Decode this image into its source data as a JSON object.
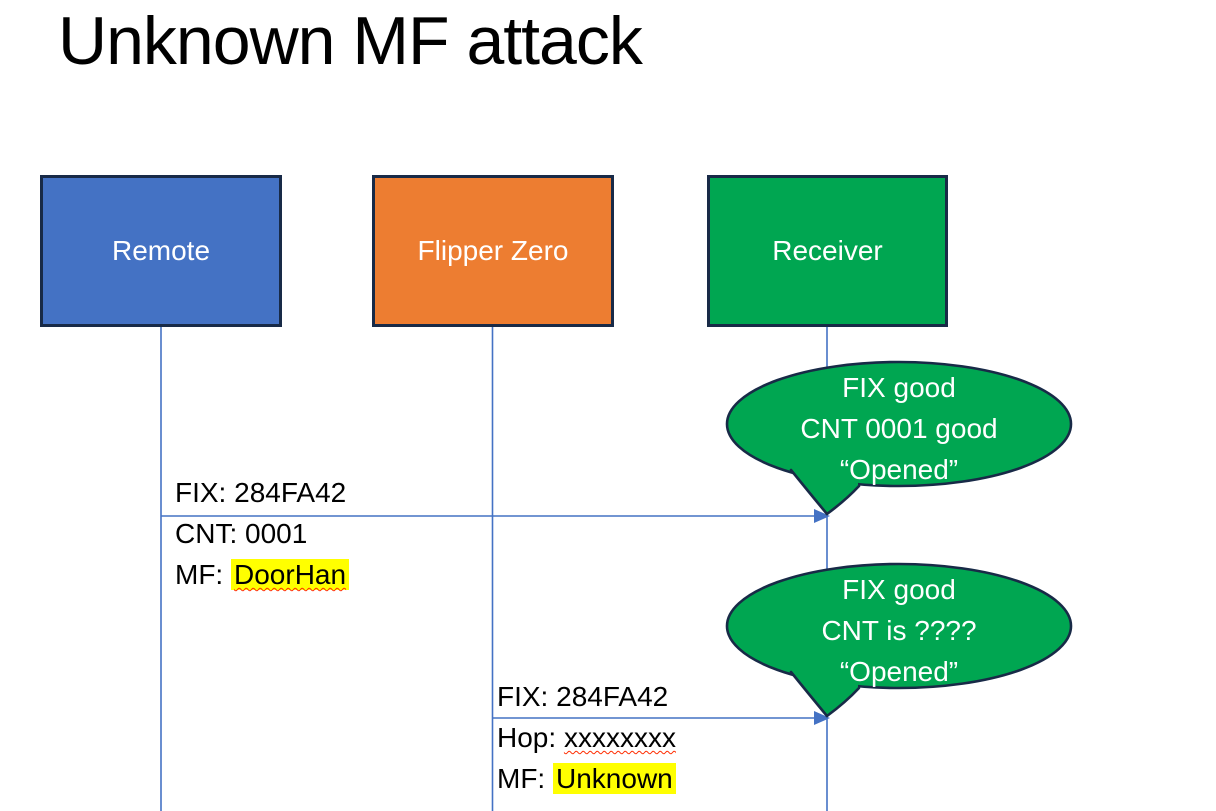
{
  "slide": {
    "title": "Unknown MF attack"
  },
  "colors": {
    "blue": "#4472C4",
    "orange": "#ED7D31",
    "green": "#00A651",
    "navy": "#182A47",
    "line-blue": "#4472C4",
    "highlight": "#FFFF00",
    "squiggle": "#FF2B00"
  },
  "actors": [
    {
      "label": "Remote",
      "color": "#4472C4"
    },
    {
      "label": "Flipper Zero",
      "color": "#ED7D31"
    },
    {
      "label": "Receiver",
      "color": "#00A651"
    }
  ],
  "messages": [
    {
      "from": "Remote",
      "to": "Receiver",
      "lines": [
        {
          "text": "FIX: 284FA42"
        },
        {
          "text": "CNT: 0001"
        },
        {
          "prefix": "MF: ",
          "mark": "DoorHan"
        }
      ]
    },
    {
      "from": "Flipper Zero",
      "to": "Receiver",
      "lines": [
        {
          "text": "FIX: 284FA42"
        },
        {
          "prefix": "Hop: ",
          "mark": "xxxxxxxx"
        },
        {
          "prefix": "MF: ",
          "mark": "Unknown"
        }
      ]
    }
  ],
  "callouts": [
    {
      "lines": [
        "FIX good",
        "CNT 0001 good",
        "“Opened”"
      ]
    },
    {
      "lines": [
        "FIX good",
        "CNT is ????",
        "“Opened”"
      ]
    }
  ]
}
